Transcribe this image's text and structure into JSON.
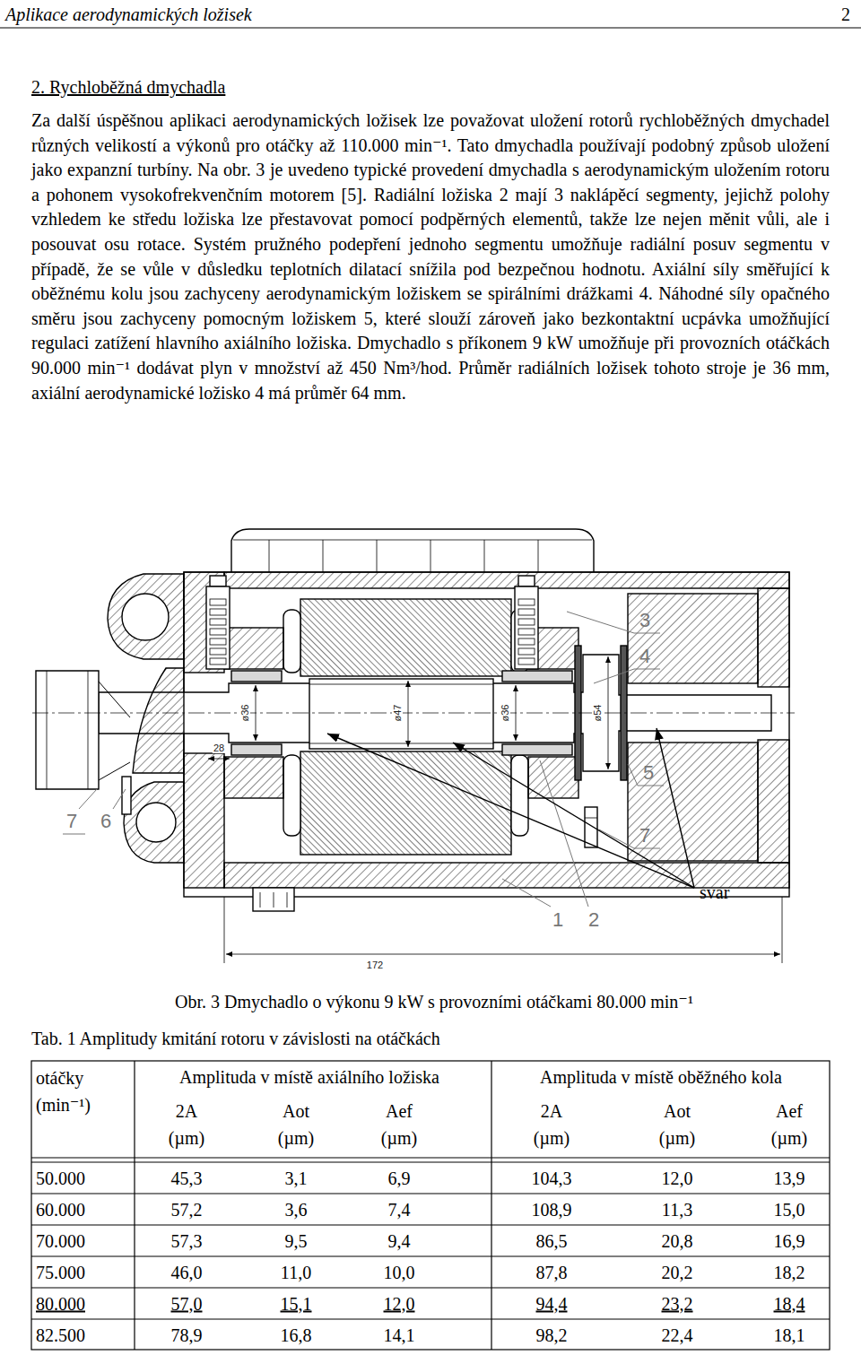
{
  "diagram": {
    "title": "2. Rychloběžná dmychadla",
    "caption": "Obr. 3 Dmychadlo o výkonu 9 kW s provozními otáčkami 80.000 min⁻¹",
    "labels": [
      "Aplikace aerodynamických ložisek",
      "2",
      "Za další úspěšnou aplikaci aerodynamických ložisek lze považovat uložení rotorů rychloběžných dmychadel různých velikostí a výkonů pro otáčky až 110.000 min⁻¹. Tato dmychadla používají podobný způsob uložení jako expanzní turbíny. Na obr. 3 je uvedeno typické provedení dmychadla s aerodynamickým uložením rotoru a pohonem vysokofrekvenčním motorem [5]. Radiální ložiska 2 mají 3 naklápěcí segmenty, jejichž polohy vzhledem ke středu ložiska lze přestavovat pomocí podpěrných elementů, takže lze nejen měnit vůli, ale i posouvat osu rotace. Systém pružného podepření jednoho segmentu umožňuje radiální posuv segmentu v případě, že se vůle v důsledku teplotních dilatací snížila pod bezpečnou hodnotu. Axiální síly směřující k oběžnému kolu jsou zachyceny aerodynamickým ložiskem se spirálními drážkami 4. Náhodné síly opačného směru jsou zachyceny pomocným ložiskem 5, které slouží zároveň jako bezkontaktní ucpávka umožňující regulaci zatížení hlavního axiálního ložiska. Dmychadlo s příkonem 9 kW umožňuje při provozních otáčkách 90.000 min⁻¹ dodávat plyn v množství až 450 Nm³/hod. Průměr radiálních ložisek tohoto stroje je 36 mm, axiální aerodynamické ložisko 4 má průměr 64 mm.",
      "3",
      "4",
      "5",
      "7",
      "7",
      "6",
      "1",
      "2",
      "svar",
      "ø36",
      "ø47",
      "ø36",
      "ø54",
      "28",
      "172",
      "Tab. 1 Amplitudy kmitání rotoru v závislosti na otáčkách",
      "otáčky (min⁻¹)",
      "Amplituda v místě axiálního ložiska",
      "Amplituda v místě oběžného kola",
      "2A (µm)",
      "Aot (µm)",
      "Aef (µm)",
      "2A (µm)",
      "Aot (µm)",
      "Aef (µm)",
      "50.000",
      "45,3",
      "3,1",
      "6,9",
      "104,3",
      "12,0",
      "13,9",
      "60.000",
      "57,2",
      "3,6",
      "7,4",
      "108,9",
      "11,3",
      "15,0",
      "70.000",
      "57,3",
      "9,5",
      "9,4",
      "86,5",
      "20,8",
      "16,9",
      "75.000",
      "46,0",
      "11,0",
      "10,0",
      "87,8",
      "20,2",
      "18,2",
      "80.000",
      "57,0",
      "15,1",
      "12,0",
      "94,4",
      "23,2",
      "18,4",
      "82.500",
      "78,9",
      "16,8",
      "14,1",
      "98,2",
      "22,4",
      "18,1"
    ]
  }
}
